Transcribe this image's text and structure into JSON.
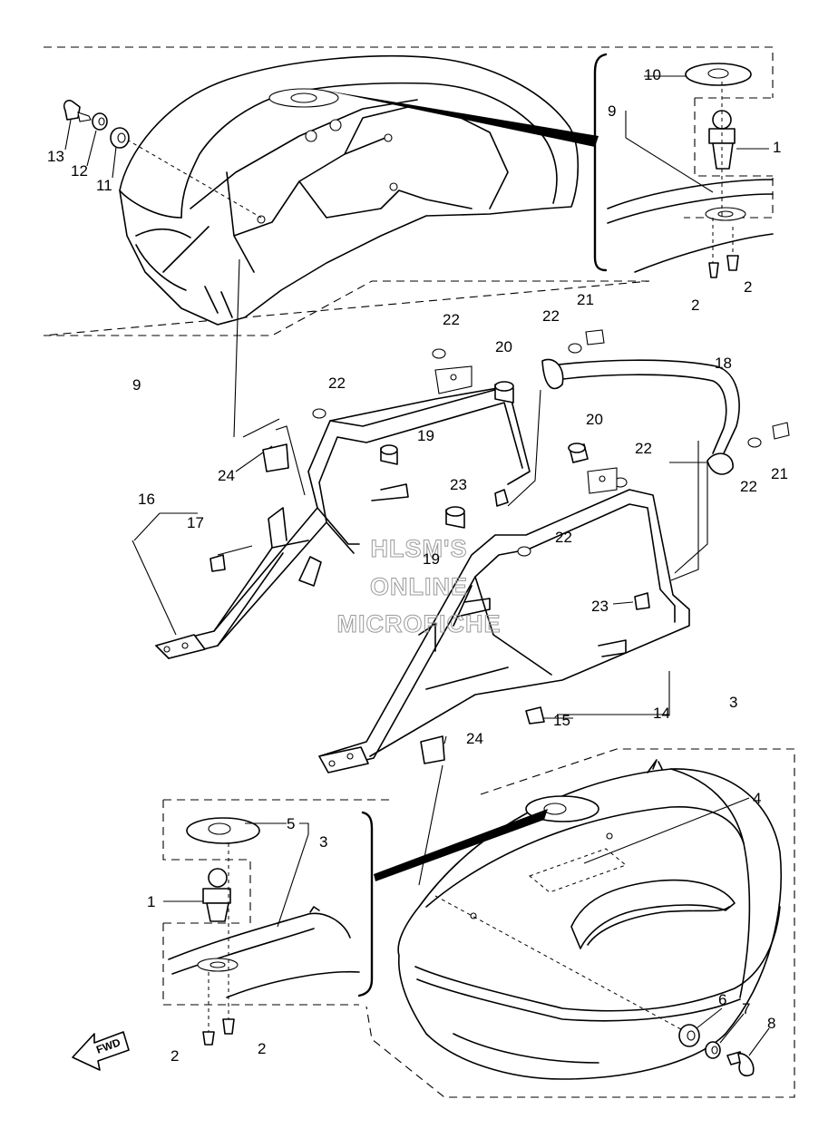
{
  "callouts": {
    "n1_top": "1",
    "n2_top_a": "2",
    "n2_top_b": "2",
    "n9_inset": "9",
    "n10": "10",
    "n11": "11",
    "n12": "12",
    "n13": "13",
    "n9_left": "9",
    "n22_a": "22",
    "n21_a": "21",
    "n22_b": "22",
    "n20_a": "20",
    "n18": "18",
    "n22_c": "22",
    "n19_a": "19",
    "n20_b": "20",
    "n22_d": "22",
    "n24_a": "24",
    "n23_a": "23",
    "n21_b": "21",
    "n22_e": "22",
    "n16": "16",
    "n17": "17",
    "n19_b": "19",
    "n22_f": "22",
    "n23_b": "23",
    "n15": "15",
    "n14": "14",
    "n3_right": "3",
    "n24_b": "24",
    "n4": "4",
    "n5": "5",
    "n3_inset": "3",
    "n1_bottom": "1",
    "n6": "6",
    "n7": "7",
    "n8": "8",
    "n2_bot_a": "2",
    "n2_bot_b": "2"
  },
  "watermark": {
    "line1": "HLSM'S",
    "line2": "ONLINE",
    "line3": "MICROFICHE"
  },
  "fwd_label": "FWD"
}
